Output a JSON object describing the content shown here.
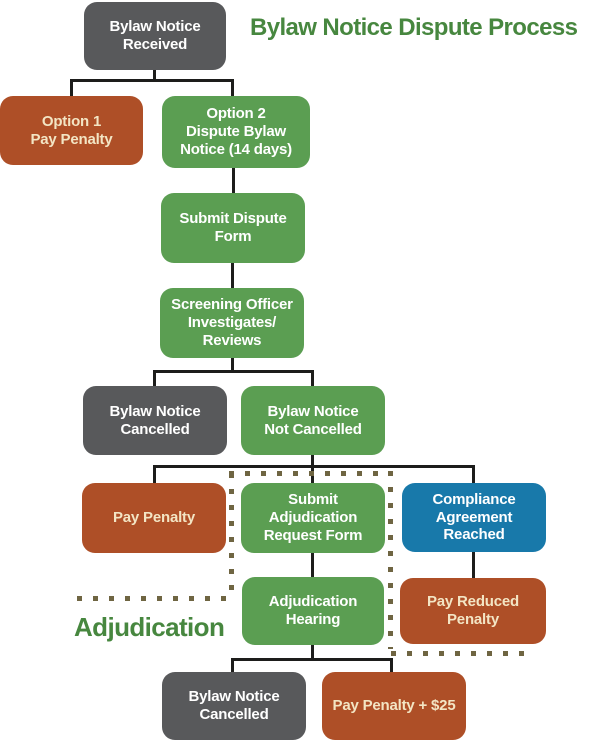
{
  "title": "Bylaw Notice Dispute Process",
  "adjudication_label": "Adjudication",
  "colors": {
    "gray": "#58595b",
    "green": "#5b9e52",
    "orange": "#ae4f27",
    "blue": "#1879aa",
    "title-green": "#47873f",
    "dot": "#6f6542",
    "line": "#1d1d1b",
    "cream": "#f3e5c4",
    "white": "#ffffff"
  },
  "nodes": {
    "received": "Bylaw Notice\nReceived",
    "option1": "Option 1\nPay Penalty",
    "option2": "Option 2\nDispute Bylaw\nNotice (14 days)",
    "submit_dispute": "Submit Dispute\nForm",
    "screening": "Screening Officer\nInvestigates/\nReviews",
    "cancelled1": "Bylaw Notice\nCancelled",
    "not_cancelled": "Bylaw Notice\nNot Cancelled",
    "pay_penalty": "Pay Penalty",
    "submit_adjudication": "Submit\nAdjudication\nRequest Form",
    "compliance": "Compliance\nAgreement\nReached",
    "hearing": "Adjudication\nHearing",
    "pay_reduced": "Pay Reduced\nPenalty",
    "cancelled2": "Bylaw Notice\nCancelled",
    "pay_penalty_25": "Pay Penalty + $25"
  }
}
